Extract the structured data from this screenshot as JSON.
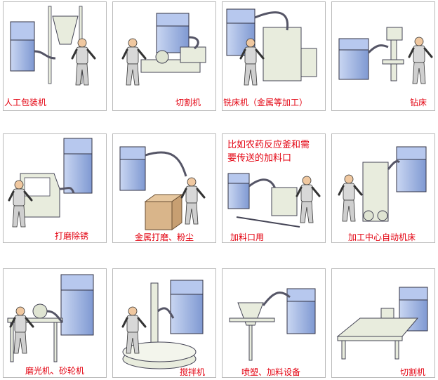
{
  "colors": {
    "caption": "#e3000f",
    "border": "#b9b9b9",
    "collector": "#9fb6e6",
    "machine": "#e8ecdd",
    "wood": "#d9b58a"
  },
  "panels": [
    {
      "id": "p1",
      "caption": "人工包装机"
    },
    {
      "id": "p2",
      "caption": "切割机"
    },
    {
      "id": "p3",
      "caption": "铣床机（金属等加工）"
    },
    {
      "id": "p4",
      "caption": "钻床"
    },
    {
      "id": "p5",
      "caption": "打磨除锈"
    },
    {
      "id": "p6",
      "caption": "金属打磨、粉尘"
    },
    {
      "id": "p7",
      "caption": "比如农药反应釜和需要传送的加料口",
      "caption2": "加料口用"
    },
    {
      "id": "p8",
      "caption": "加工中心自动机床"
    },
    {
      "id": "p9",
      "caption": "磨光机、砂轮机"
    },
    {
      "id": "p10",
      "caption": "搅拌机"
    },
    {
      "id": "p11",
      "caption": "喷塑、加料设备"
    },
    {
      "id": "p12",
      "caption": "切割机"
    }
  ]
}
